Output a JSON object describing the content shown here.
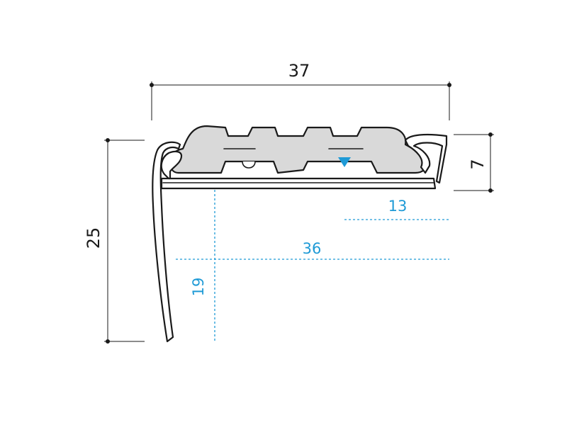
{
  "dimensions": {
    "overall_width": "37",
    "overall_height": "25",
    "tread_height": "7",
    "inner_offset": "13",
    "inner_width": "36",
    "nose_depth": "19"
  },
  "colors": {
    "outline": "#1a1a1a",
    "insert_fill": "#d9d9d9",
    "dimension_line": "#1a1a1a",
    "reference_line": "#1e9ad6",
    "marker": "#1e9ad6"
  }
}
